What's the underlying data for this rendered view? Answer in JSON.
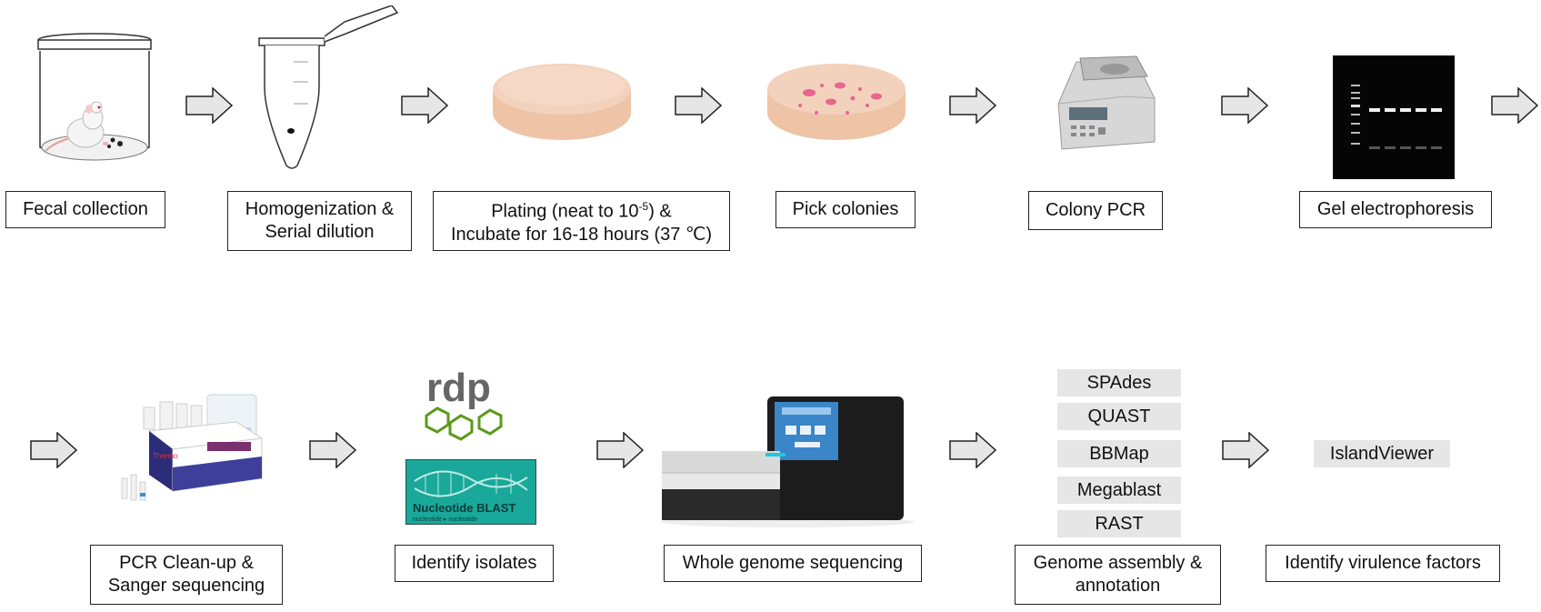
{
  "row1": {
    "steps": [
      {
        "id": "fecal",
        "lines": [
          "Fecal collection"
        ]
      },
      {
        "id": "homog",
        "lines": [
          "Homogenization &",
          "Serial dilution"
        ]
      },
      {
        "id": "plating",
        "line1_a": "Plating (neat to 10",
        "line1_sup": "-5",
        "line1_b": ") &",
        "line2": "Incubate for 16-18 hours (37 ℃)"
      },
      {
        "id": "pick",
        "lines": [
          "Pick colonies"
        ]
      },
      {
        "id": "pcr",
        "lines": [
          "Colony PCR"
        ]
      },
      {
        "id": "gel",
        "lines": [
          "Gel electrophoresis"
        ]
      }
    ]
  },
  "row2": {
    "steps": [
      {
        "id": "cleanup",
        "lines": [
          "PCR Clean-up &",
          "Sanger sequencing"
        ]
      },
      {
        "id": "identify",
        "lines": [
          "Identify isolates"
        ]
      },
      {
        "id": "wgs",
        "lines": [
          "Whole genome sequencing"
        ]
      },
      {
        "id": "assembly",
        "lines": [
          "Genome assembly &",
          "annotation"
        ]
      },
      {
        "id": "virulence",
        "lines": [
          "Identify virulence factors"
        ]
      }
    ],
    "tools": [
      "SPAdes",
      "QUAST",
      "BBMap",
      "Megablast",
      "RAST"
    ],
    "island_tool": "IslandViewer"
  },
  "logos": {
    "rdp": "rdp",
    "blast_title": "Nucleotide BLAST",
    "blast_sub": "nucleotide ▸ nucleotide",
    "kit_brand": "Thermo"
  },
  "colors": {
    "arrow_fill": "#e6e6e6",
    "agar": "#f3d2bd",
    "colony": "#e8668f",
    "rdp_green": "#5a9a1a",
    "blast_teal": "#1aa89a"
  }
}
